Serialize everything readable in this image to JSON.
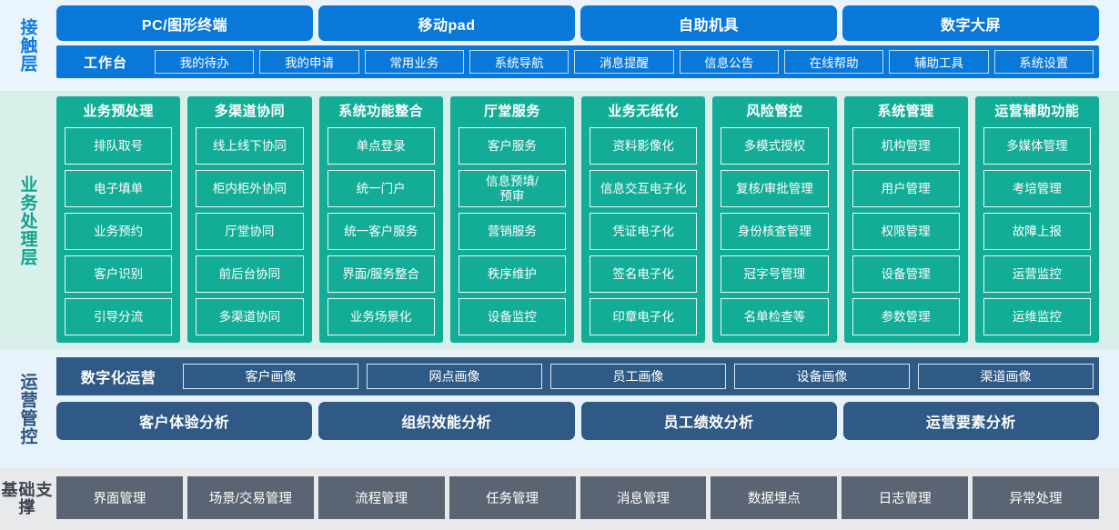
{
  "colors": {
    "contact_bg": "#eaf4fc",
    "contact_accent": "#0a78d8",
    "business_bg": "#d9f0ea",
    "business_accent": "#13ad97",
    "ops_bg": "#e7f2fb",
    "ops_accent": "#2f5a85",
    "base_bg": "#e8e9ea",
    "base_accent": "#5b6472"
  },
  "layers": {
    "contact": {
      "label": "接触层",
      "channels": [
        {
          "label": "PC/图形终端"
        },
        {
          "label": "移动pad"
        },
        {
          "label": "自助机具"
        },
        {
          "label": "数字大屏"
        }
      ],
      "workbench_title": "工作台",
      "workbench_items": [
        {
          "label": "我的待办"
        },
        {
          "label": "我的申请"
        },
        {
          "label": "常用业务"
        },
        {
          "label": "系统导航"
        },
        {
          "label": "消息提醒"
        },
        {
          "label": "信息公告"
        },
        {
          "label": "在线帮助"
        },
        {
          "label": "辅助工具"
        },
        {
          "label": "系统设置"
        }
      ]
    },
    "business": {
      "label": "业务处理层",
      "columns": [
        {
          "title": "业务预处理",
          "items": [
            {
              "label": "排队取号"
            },
            {
              "label": "电子填单"
            },
            {
              "label": "业务预约"
            },
            {
              "label": "客户识别"
            },
            {
              "label": "引导分流"
            }
          ]
        },
        {
          "title": "多渠道协同",
          "items": [
            {
              "label": "线上线下协同"
            },
            {
              "label": "柜内柜外协同"
            },
            {
              "label": "厅堂协同"
            },
            {
              "label": "前后台协同"
            },
            {
              "label": "多渠道协同"
            }
          ]
        },
        {
          "title": "系统功能整合",
          "items": [
            {
              "label": "单点登录"
            },
            {
              "label": "统一门户"
            },
            {
              "label": "统一客户服务"
            },
            {
              "label": "界面/服务整合"
            },
            {
              "label": "业务场景化"
            }
          ]
        },
        {
          "title": "厅堂服务",
          "items": [
            {
              "label": "客户服务"
            },
            {
              "label": "信息预填/\n预审"
            },
            {
              "label": "营销服务"
            },
            {
              "label": "秩序维护"
            },
            {
              "label": "设备监控"
            }
          ]
        },
        {
          "title": "业务无纸化",
          "items": [
            {
              "label": "资料影像化"
            },
            {
              "label": "信息交互电子化"
            },
            {
              "label": "凭证电子化"
            },
            {
              "label": "签名电子化"
            },
            {
              "label": "印章电子化"
            }
          ]
        },
        {
          "title": "风险管控",
          "items": [
            {
              "label": "多模式授权"
            },
            {
              "label": "复核/审批管理"
            },
            {
              "label": "身份核查管理"
            },
            {
              "label": "冠字号管理"
            },
            {
              "label": "名单检查等"
            }
          ]
        },
        {
          "title": "系统管理",
          "items": [
            {
              "label": "机构管理"
            },
            {
              "label": "用户管理"
            },
            {
              "label": "权限管理"
            },
            {
              "label": "设备管理"
            },
            {
              "label": "参数管理"
            }
          ]
        },
        {
          "title": "运营辅助功能",
          "items": [
            {
              "label": "多媒体管理"
            },
            {
              "label": "考培管理"
            },
            {
              "label": "故障上报"
            },
            {
              "label": "运营监控"
            },
            {
              "label": "运维监控"
            }
          ]
        }
      ]
    },
    "operations": {
      "label": "运营管控",
      "digital_title": "数字化运营",
      "portraits": [
        {
          "label": "客户画像"
        },
        {
          "label": "网点画像"
        },
        {
          "label": "员工画像"
        },
        {
          "label": "设备画像"
        },
        {
          "label": "渠道画像"
        }
      ],
      "analyses": [
        {
          "label": "客户体验分析"
        },
        {
          "label": "组织效能分析"
        },
        {
          "label": "员工绩效分析"
        },
        {
          "label": "运营要素分析"
        }
      ]
    },
    "foundation": {
      "label": "基础支撑",
      "items": [
        {
          "label": "界面管理"
        },
        {
          "label": "场景/交易管理"
        },
        {
          "label": "流程管理"
        },
        {
          "label": "任务管理"
        },
        {
          "label": "消息管理"
        },
        {
          "label": "数据埋点"
        },
        {
          "label": "日志管理"
        },
        {
          "label": "异常处理"
        }
      ]
    }
  }
}
